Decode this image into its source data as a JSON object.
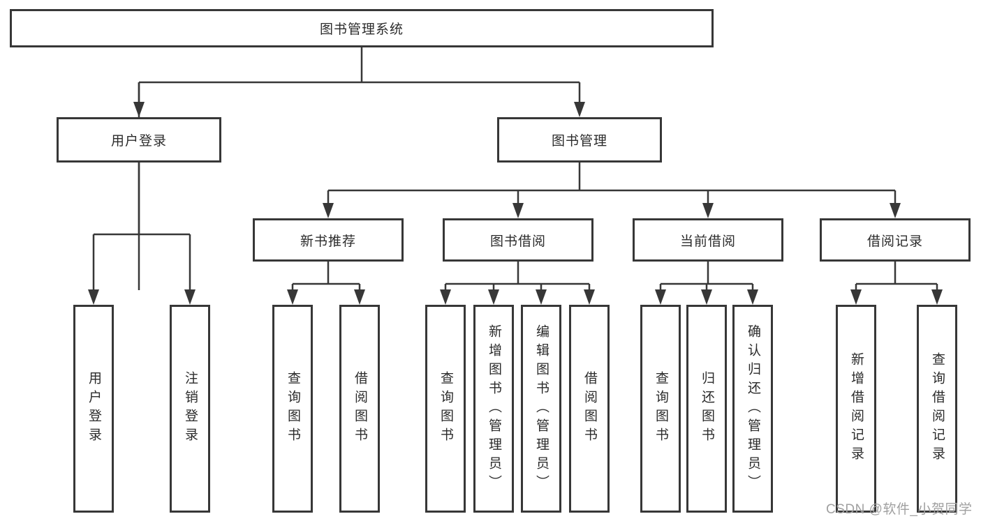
{
  "diagram": {
    "title": "图书管理系统",
    "root": {
      "label": "图书管理系统"
    },
    "level2": [
      {
        "label": "用户登录"
      },
      {
        "label": "图书管理"
      }
    ],
    "level3": [
      {
        "label": "新书推荐"
      },
      {
        "label": "图书借阅"
      },
      {
        "label": "当前借阅"
      },
      {
        "label": "借阅记录"
      }
    ],
    "leaves": {
      "user": [
        "用户登录",
        "注销登录"
      ],
      "recommend": [
        "查询图书",
        "借阅图书"
      ],
      "borrow": [
        "查询图书",
        "新增图书（管理员）",
        "编辑图书（管理员）",
        "借阅图书"
      ],
      "current": [
        "查询图书",
        "归还图书",
        "确认归还（管理员）"
      ],
      "records": [
        "新增借阅记录",
        "查询借阅记录"
      ]
    },
    "colors": {
      "line": "#373737",
      "box_border": "#373737",
      "text": "#2b2b2b",
      "watermark": "#a0a0a0",
      "background": "#ffffff"
    }
  },
  "watermark": {
    "text": "CSDN @软件_小贺同学"
  }
}
